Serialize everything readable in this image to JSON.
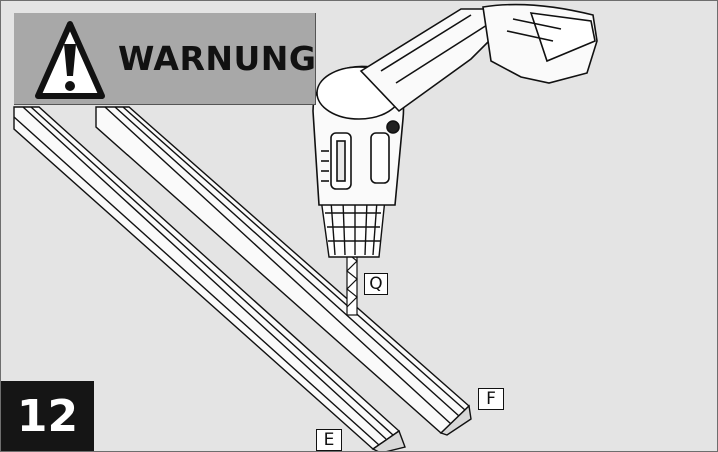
{
  "warning": {
    "title": "WARNUNG",
    "icon": "warning-triangle-icon"
  },
  "step": {
    "number": "12"
  },
  "parts": {
    "q": "Q",
    "f": "F",
    "e": "E"
  },
  "tool": {
    "icon": "power-drill-icon"
  },
  "colors": {
    "background": "#e4e4e4",
    "warning_panel": "#a8a8a8",
    "step_box": "#151515"
  }
}
